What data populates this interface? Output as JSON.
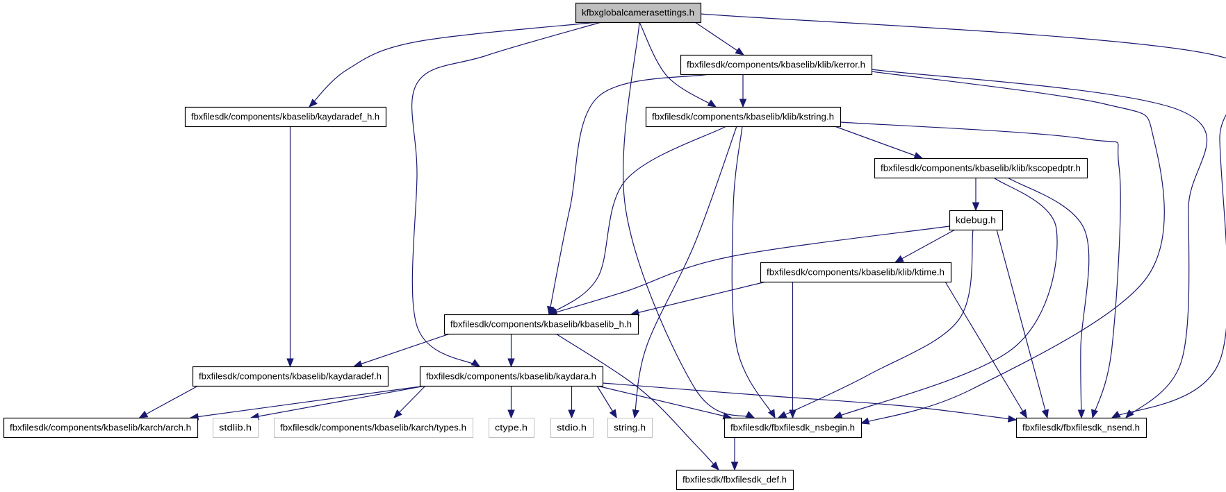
{
  "title": "kfbxglobalcamerasettings.h include dependency graph",
  "colors": {
    "edge": "#191970",
    "root_fill": "#bfbfbf",
    "node_border": "#000000",
    "system_border": "#bfbfbf"
  },
  "nodes": [
    {
      "id": "root",
      "label": "kfbxglobalcamerasettings.h",
      "kind": "root"
    },
    {
      "id": "kaydaradef_h",
      "label": "fbxfilesdk/components/kbaselib/kaydaradef_h.h",
      "kind": "file"
    },
    {
      "id": "kerror",
      "label": "fbxfilesdk/components/kbaselib/klib/kerror.h",
      "kind": "file"
    },
    {
      "id": "kstring",
      "label": "fbxfilesdk/components/kbaselib/klib/kstring.h",
      "kind": "file"
    },
    {
      "id": "kscopedptr",
      "label": "fbxfilesdk/components/kbaselib/klib/kscopedptr.h",
      "kind": "file"
    },
    {
      "id": "kdebug",
      "label": "kdebug.h",
      "kind": "file"
    },
    {
      "id": "ktime",
      "label": "fbxfilesdk/components/kbaselib/klib/ktime.h",
      "kind": "file"
    },
    {
      "id": "kbaselib_h",
      "label": "fbxfilesdk/components/kbaselib/kbaselib_h.h",
      "kind": "file"
    },
    {
      "id": "kaydaradef",
      "label": "fbxfilesdk/components/kbaselib/kaydaradef.h",
      "kind": "file"
    },
    {
      "id": "kaydara",
      "label": "fbxfilesdk/components/kbaselib/kaydara.h",
      "kind": "file"
    },
    {
      "id": "arch",
      "label": "fbxfilesdk/components/kbaselib/karch/arch.h",
      "kind": "file"
    },
    {
      "id": "stdlib",
      "label": "stdlib.h",
      "kind": "system"
    },
    {
      "id": "types",
      "label": "fbxfilesdk/components/kbaselib/karch/types.h",
      "kind": "system"
    },
    {
      "id": "ctype",
      "label": "ctype.h",
      "kind": "system"
    },
    {
      "id": "stdio",
      "label": "stdio.h",
      "kind": "system"
    },
    {
      "id": "string",
      "label": "string.h",
      "kind": "system"
    },
    {
      "id": "nsbegin",
      "label": "fbxfilesdk/fbxfilesdk_nsbegin.h",
      "kind": "file"
    },
    {
      "id": "nsend",
      "label": "fbxfilesdk/fbxfilesdk_nsend.h",
      "kind": "file"
    },
    {
      "id": "def",
      "label": "fbxfilesdk/fbxfilesdk_def.h",
      "kind": "file"
    }
  ],
  "edges": [
    [
      "root",
      "kaydaradef_h"
    ],
    [
      "root",
      "kaydara"
    ],
    [
      "root",
      "kerror"
    ],
    [
      "root",
      "kstring"
    ],
    [
      "root",
      "nsbegin"
    ],
    [
      "root",
      "nsend"
    ],
    [
      "kerror",
      "kstring"
    ],
    [
      "kerror",
      "kbaselib_h"
    ],
    [
      "kerror",
      "nsbegin"
    ],
    [
      "kerror",
      "nsend"
    ],
    [
      "kstring",
      "kbaselib_h"
    ],
    [
      "kstring",
      "string"
    ],
    [
      "kstring",
      "nsbegin"
    ],
    [
      "kstring",
      "nsend"
    ],
    [
      "kstring",
      "kscopedptr"
    ],
    [
      "kscopedptr",
      "kdebug"
    ],
    [
      "kscopedptr",
      "nsbegin"
    ],
    [
      "kscopedptr",
      "nsend"
    ],
    [
      "kdebug",
      "ktime"
    ],
    [
      "kdebug",
      "kbaselib_h"
    ],
    [
      "kdebug",
      "nsbegin"
    ],
    [
      "kdebug",
      "nsend"
    ],
    [
      "ktime",
      "kbaselib_h"
    ],
    [
      "ktime",
      "nsbegin"
    ],
    [
      "ktime",
      "nsend"
    ],
    [
      "kbaselib_h",
      "kaydaradef"
    ],
    [
      "kbaselib_h",
      "kaydara"
    ],
    [
      "kbaselib_h",
      "def"
    ],
    [
      "kaydaradef_h",
      "kaydaradef"
    ],
    [
      "kaydaradef",
      "arch"
    ],
    [
      "kaydara",
      "arch"
    ],
    [
      "kaydara",
      "stdlib"
    ],
    [
      "kaydara",
      "types"
    ],
    [
      "kaydara",
      "ctype"
    ],
    [
      "kaydara",
      "stdio"
    ],
    [
      "kaydara",
      "string"
    ],
    [
      "kaydara",
      "nsbegin"
    ],
    [
      "kaydara",
      "nsend"
    ],
    [
      "nsbegin",
      "def"
    ]
  ]
}
